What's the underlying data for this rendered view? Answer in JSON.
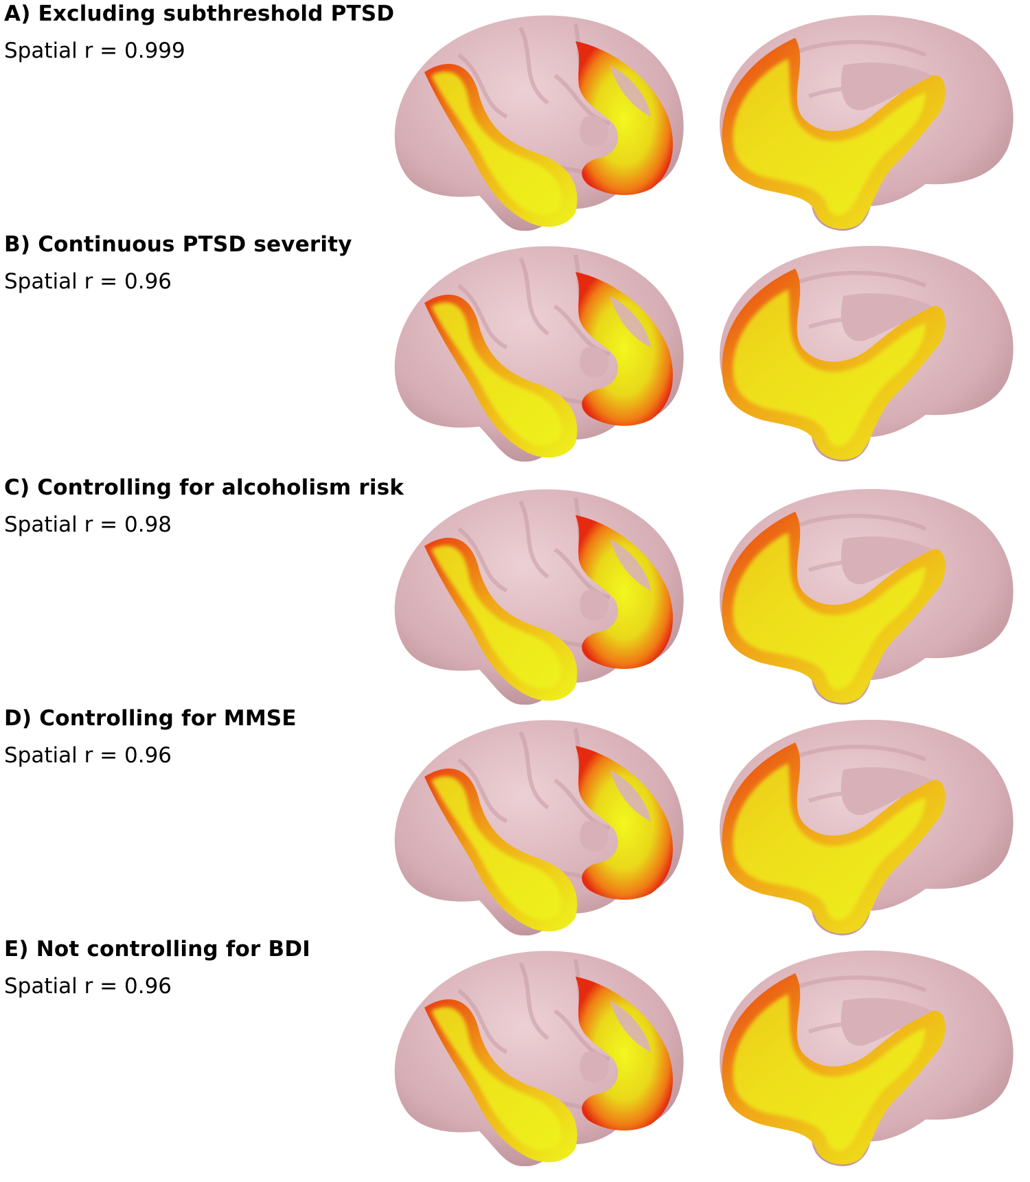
{
  "colors": {
    "cortex": "#d8b1b8",
    "effect_low": "#e5260f",
    "effect_mid": "#f08a16",
    "effect_high": "#e7f21a"
  },
  "panels": [
    {
      "title": "A) Excluding subthreshold PTSD",
      "subtitle": "Spatial r = 0.999"
    },
    {
      "title": "B) Continuous PTSD severity",
      "subtitle": "Spatial r = 0.96"
    },
    {
      "title": "C) Controlling for alcoholism risk",
      "subtitle": "Spatial r = 0.98"
    },
    {
      "title": "D) Controlling for MMSE",
      "subtitle": "Spatial r = 0.96"
    },
    {
      "title": "E) Not controlling for BDI",
      "subtitle": "Spatial r = 0.96"
    }
  ]
}
